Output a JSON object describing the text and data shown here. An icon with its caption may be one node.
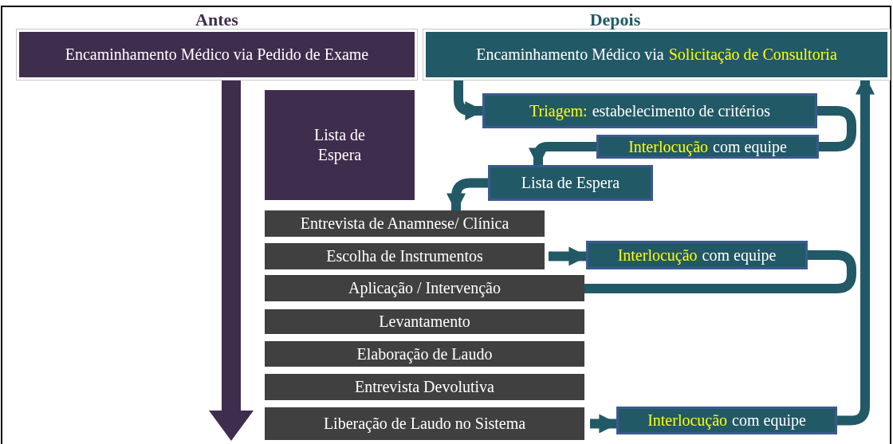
{
  "diagram": {
    "nodes": [
      {
        "text": [
          "Encaminhamento Médico via Pedido de Exame"
        ],
        "beside": [
          "Antes"
        ]
      },
      {
        "text": [
          "Lista de Espera"
        ]
      },
      {
        "text": [
          "Encaminhamento Médico via",
          "Solicitação de Consultoria"
        ],
        "beside": [
          "Depois"
        ]
      },
      {
        "text": [
          "Triagem:",
          "estabelecimento de critérios"
        ]
      },
      {
        "text": [
          "Interlocução",
          "com equipe"
        ]
      },
      {
        "text": [
          "Lista de Espera"
        ]
      },
      {
        "text": [
          "Entrevista de Anamnese/ Clínica"
        ]
      },
      {
        "text": [
          "Escolha de Instrumentos"
        ]
      },
      {
        "text": [
          "Aplicação / Intervenção"
        ]
      },
      {
        "text": [
          "Levantamento"
        ]
      },
      {
        "text": [
          "Elaboração de Laudo"
        ]
      },
      {
        "text": [
          "Entrevista Devolutiva"
        ]
      },
      {
        "text": [
          "Liberação de Laudo no Sistema"
        ]
      },
      {
        "text": [
          "Interlocução",
          "com equipe"
        ]
      },
      {
        "text": [
          "Interlocução",
          "com equipe"
        ]
      }
    ],
    "edges": [
      {
        "from": 2,
        "to": 3,
        "arrow": "to"
      },
      {
        "from": 3,
        "to": 4,
        "arrow": "none"
      },
      {
        "from": 4,
        "to": 5,
        "arrow": "to"
      },
      {
        "from": 5,
        "to": 6,
        "arrow": "to"
      },
      {
        "from": 7,
        "to": 13,
        "arrow": "to"
      },
      {
        "from": 13,
        "to": 8,
        "arrow": "none"
      },
      {
        "from": 12,
        "to": 14,
        "arrow": "to"
      },
      {
        "from": 14,
        "to": 2,
        "arrow": "to"
      }
    ]
  }
}
